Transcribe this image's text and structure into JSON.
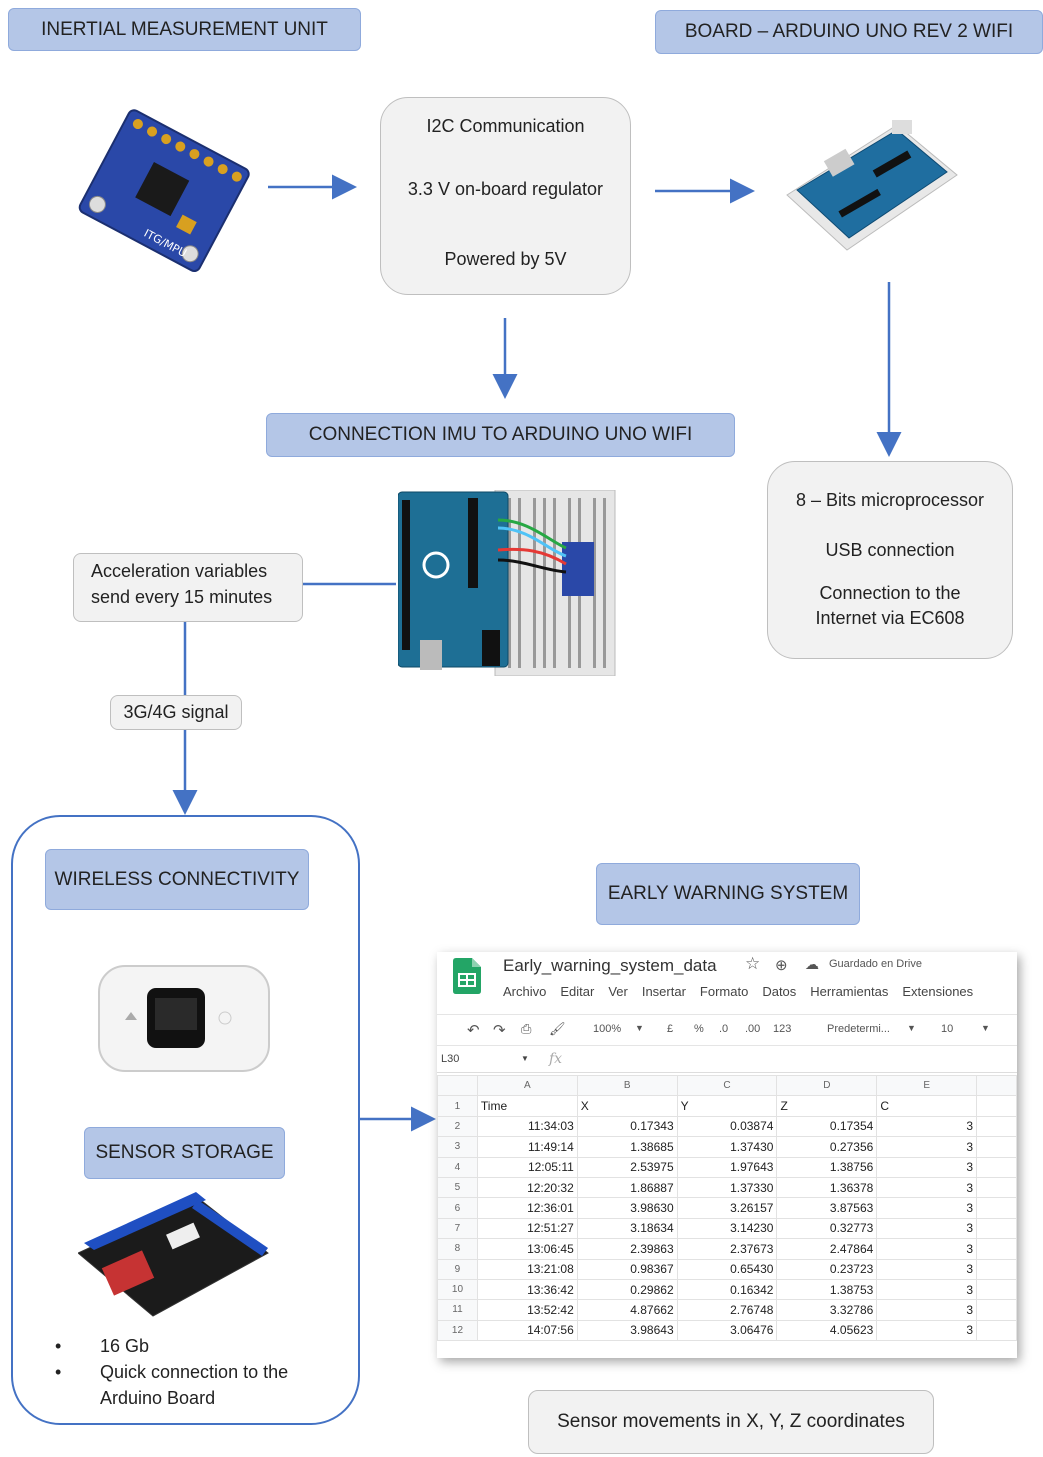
{
  "labels": {
    "imu": "INERTIAL MEASUREMENT UNIT",
    "board": "BOARD – ARDUINO UNO REV 2 WIFI",
    "connection": "CONNECTION IMU TO ARDUINO UNO WIFI",
    "wireless": "WIRELESS CONNECTIVITY",
    "storage": "SENSOR STORAGE",
    "ews": "EARLY WARNING SYSTEM"
  },
  "imu_box": {
    "line1": "I2C Communication",
    "line2": "3.3  V on-board regulator",
    "line3": "Powered by 5V"
  },
  "board_box": {
    "line1": "8 – Bits microprocessor",
    "line2": "USB connection",
    "line3": "Connection to the",
    "line4": "Internet via EC608"
  },
  "accel_box": {
    "line1": "Acceleration variables",
    "line2": "send every 15 minutes"
  },
  "signal_box": "3G/4G signal",
  "sensor_caption": "Sensor movements in X, Y, Z coordinates",
  "storage_bullets": [
    "16 Gb",
    "Quick connection  to the",
    "Arduino  Board"
  ],
  "chip_text": "ITG/MPU",
  "sheet": {
    "title": "Early_warning_system_data",
    "saved": "Guardado en Drive",
    "menu": [
      "Archivo",
      "Editar",
      "Ver",
      "Insertar",
      "Formato",
      "Datos",
      "Herramientas",
      "Extensiones"
    ],
    "toolbar": {
      "zoom": "100%",
      "currency": "£",
      "percent": "%",
      "dec1": ".0",
      "dec2": ".00",
      "fmt": "123",
      "font": "Predetermi...",
      "size": "10"
    },
    "cell_ref": "L30",
    "fx": "fx",
    "col_letters": [
      "A",
      "B",
      "C",
      "D",
      "E"
    ],
    "header": [
      "Time",
      "X",
      "Y",
      "Z",
      "C"
    ],
    "rows": [
      [
        "11:34:03",
        "0.17343",
        "0.03874",
        "0.17354",
        "3"
      ],
      [
        "11:49:14",
        "1.38685",
        "1.37430",
        "0.27356",
        "3"
      ],
      [
        "12:05:11",
        "2.53975",
        "1.97643",
        "1.38756",
        "3"
      ],
      [
        "12:20:32",
        "1.86887",
        "1.37330",
        "1.36378",
        "3"
      ],
      [
        "12:36:01",
        "3.98630",
        "3.26157",
        "3.87563",
        "3"
      ],
      [
        "12:51:27",
        "3.18634",
        "3.14230",
        "0.32773",
        "3"
      ],
      [
        "13:06:45",
        "2.39863",
        "2.37673",
        "2.47864",
        "3"
      ],
      [
        "13:21:08",
        "0.98367",
        "0.65430",
        "0.23723",
        "3"
      ],
      [
        "13:36:42",
        "0.29862",
        "0.16342",
        "1.38753",
        "3"
      ],
      [
        "13:52:42",
        "4.87662",
        "2.76748",
        "3.32786",
        "3"
      ],
      [
        "14:07:56",
        "3.98643",
        "3.06476",
        "4.05623",
        "3"
      ]
    ]
  },
  "colors": {
    "label_fill": "#b4c6e7",
    "label_border": "#8faadc",
    "arrow": "#4472c4",
    "box_fill": "#f2f2f2"
  }
}
